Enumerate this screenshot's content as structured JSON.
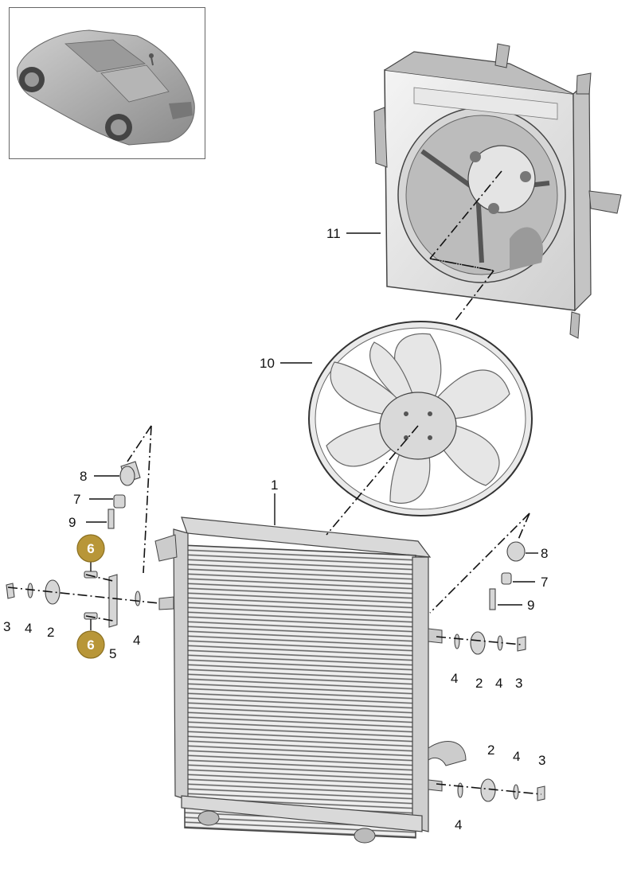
{
  "labels": {
    "l1": "1",
    "l2a": "2",
    "l2b": "2",
    "l2c": "2",
    "l3a": "3",
    "l3b": "3",
    "l3c": "3",
    "l4a": "4",
    "l4b": "4",
    "l4c": "4",
    "l4d": "4",
    "l4e": "4",
    "l5": "5",
    "l6a": "6",
    "l6b": "6",
    "l7a": "7",
    "l7b": "7",
    "l8a": "8",
    "l8b": "8",
    "l9a": "9",
    "l9b": "9",
    "l10": "10",
    "l11": "11"
  },
  "colors": {
    "badge": "#B89638",
    "part_fill": "#e6e6e6",
    "part_stroke": "#555555"
  },
  "icons": {
    "thumbnail": "car-thumbnail-icon"
  }
}
